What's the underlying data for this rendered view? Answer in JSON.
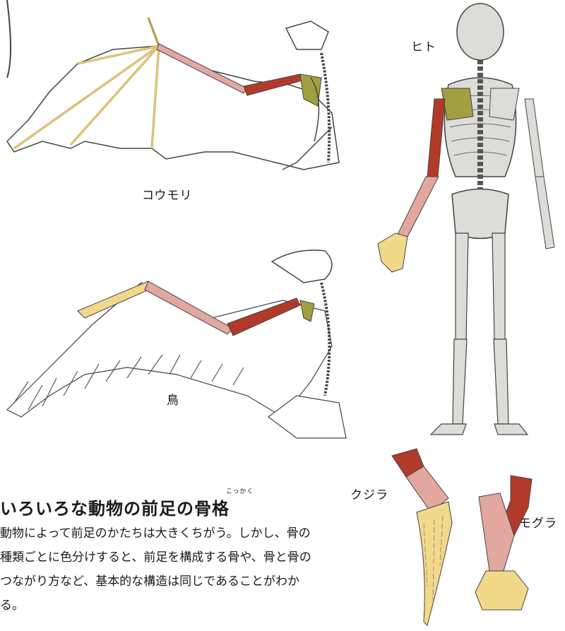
{
  "labels": {
    "bat": "コウモリ",
    "bird": "鳥",
    "human": "ヒト",
    "whale": "クジラ",
    "mole": "モグラ"
  },
  "heading": "いろいろな動物の前足の骨格",
  "heading_ruby": "こっかく",
  "description": "動物によって前足のかたちは大きくちがう。しかし、骨の種類ごとに色分けすると、前足を構成する骨や、骨と骨のつながり方など、基本的な構造は同じであることがわかる。",
  "colors": {
    "upper_arm": "#b23a2a",
    "forearm": "#e2a8a0",
    "shoulder_blade": "#a0a040",
    "hand": "#f2d98a",
    "skeleton": "#dcdcd8",
    "outline": "#333333"
  }
}
